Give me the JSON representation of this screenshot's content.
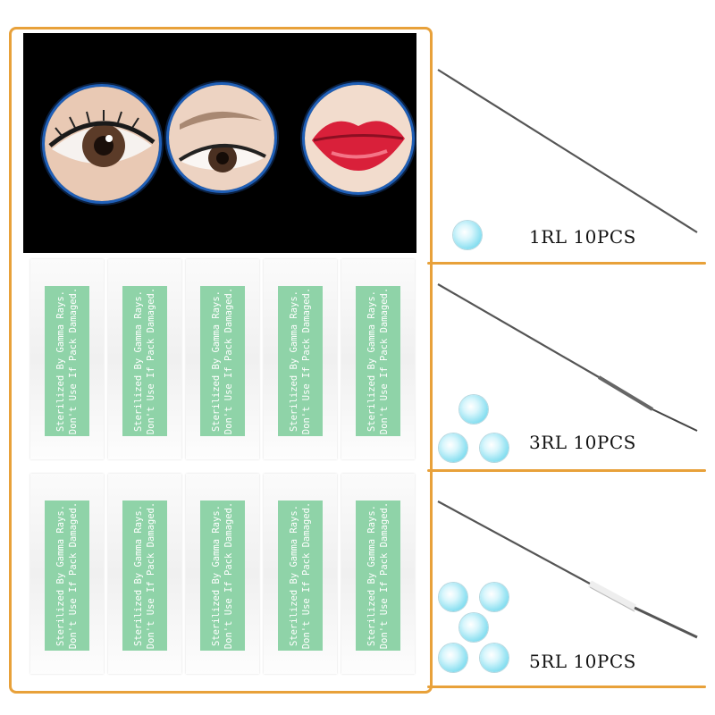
{
  "packet_label": {
    "line1": "Sterilized By Gamma Rays.",
    "line2": "Don't Use If Pack Damaged."
  },
  "needles": [
    {
      "caption": "1RL 10PCS",
      "bead_count": 1
    },
    {
      "caption": "3RL 10PCS",
      "bead_count": 3
    },
    {
      "caption": "5RL 10PCS",
      "bead_count": 5
    }
  ],
  "colors": {
    "frame": "#e8a13a",
    "label_green": "#8fd3a8",
    "ring_blue": "#1f5fb7",
    "bead": "#7fdcef"
  }
}
